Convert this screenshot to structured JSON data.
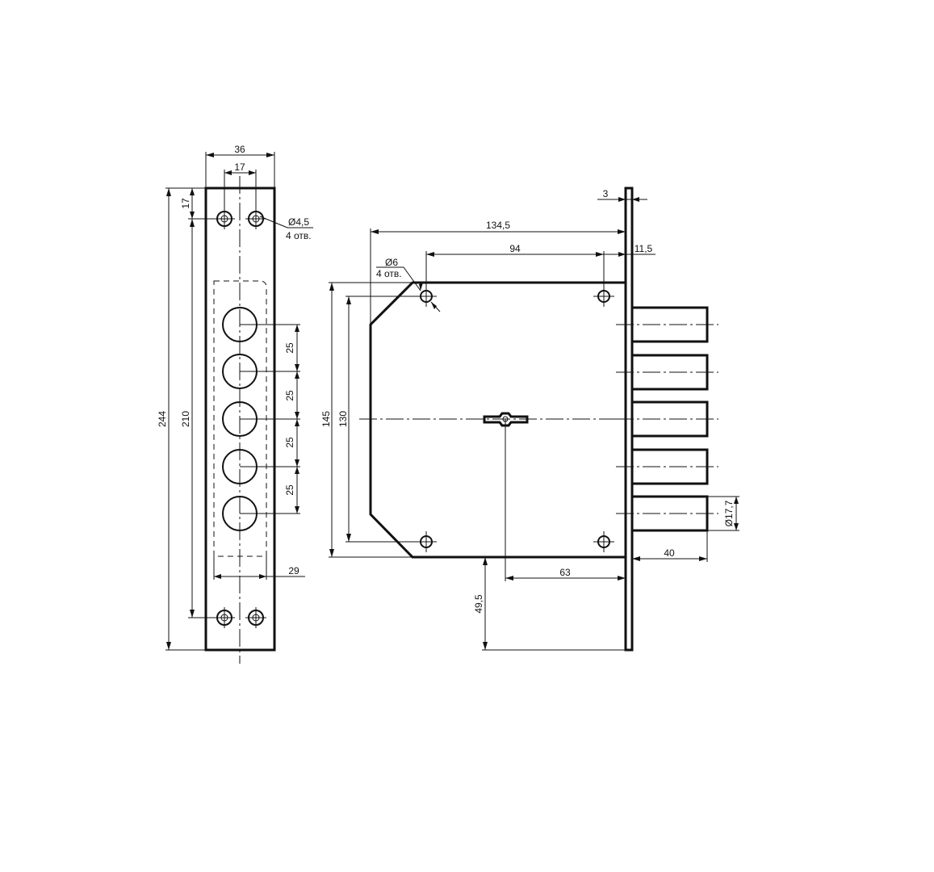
{
  "drawing": {
    "front_plate": {
      "width": "36",
      "hole_spacing": "17",
      "top_offset": "17",
      "small_holes_dia": "Ø4,5",
      "small_holes_count": "4 отв.",
      "bolt_pitch": [
        "25",
        "25",
        "25",
        "25"
      ],
      "cutout_width": "29",
      "overall_height": "244",
      "mount_height": "210"
    },
    "lock_body": {
      "plate_thickness": "3",
      "overall_width": "134,5",
      "holes_spacing": "94",
      "plate_to_bolts": "11,5",
      "holes_dia": "Ø6",
      "holes_count": "4 отв.",
      "height": "145",
      "holes_vertical": "130",
      "backset": "63",
      "bolt_projection": "40",
      "bolt_dia": "Ø17,7",
      "lower_offset": "49,5"
    }
  }
}
